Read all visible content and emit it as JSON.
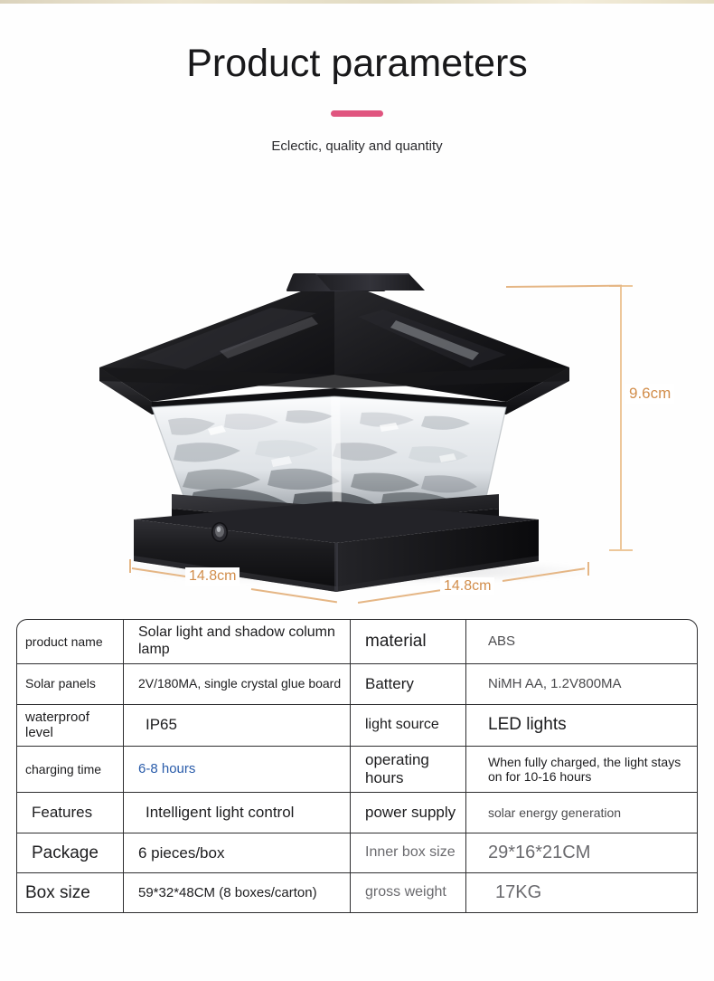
{
  "header": {
    "title": "Product parameters",
    "subtitle": "Eclectic, quality and quantity",
    "accent_color": "#e0557f"
  },
  "product_image": {
    "alt": "Black solar post cap column lamp with textured clear glass diffuser",
    "body_color": "#1a1a1c",
    "glass_color": "#e8eaec"
  },
  "dimensions": {
    "accent_color": "#d28e4c",
    "line_color": "#edc79a",
    "height": "9.6cm",
    "width_left": "14.8cm",
    "width_right": "14.8cm"
  },
  "spec_table": {
    "rows": [
      {
        "key": "product name",
        "value": "Solar light and shadow column lamp",
        "key2": "material",
        "value2": "ABS"
      },
      {
        "key": "Solar panels",
        "value": "2V/180MA, single crystal glue board",
        "key2": "Battery",
        "value2": "NiMH AA, 1.2V800MA"
      },
      {
        "key": "waterproof level",
        "value": "IP65",
        "key2": "light source",
        "value2": "LED lights"
      },
      {
        "key": "charging time",
        "value": "6-8 hours",
        "key2": "operating hours",
        "value2": "When fully charged, the light stays on for 10-16 hours"
      },
      {
        "key": "Features",
        "value": "Intelligent light control",
        "key2": "power supply",
        "value2": "solar energy generation"
      },
      {
        "key": "Package",
        "value": "6 pieces/box",
        "key2": "Inner box size",
        "value2": "29*16*21CM"
      },
      {
        "key": "Box size",
        "value": "59*32*48CM (8 boxes/carton)",
        "key2": "gross weight",
        "value2": "17KG"
      }
    ]
  }
}
